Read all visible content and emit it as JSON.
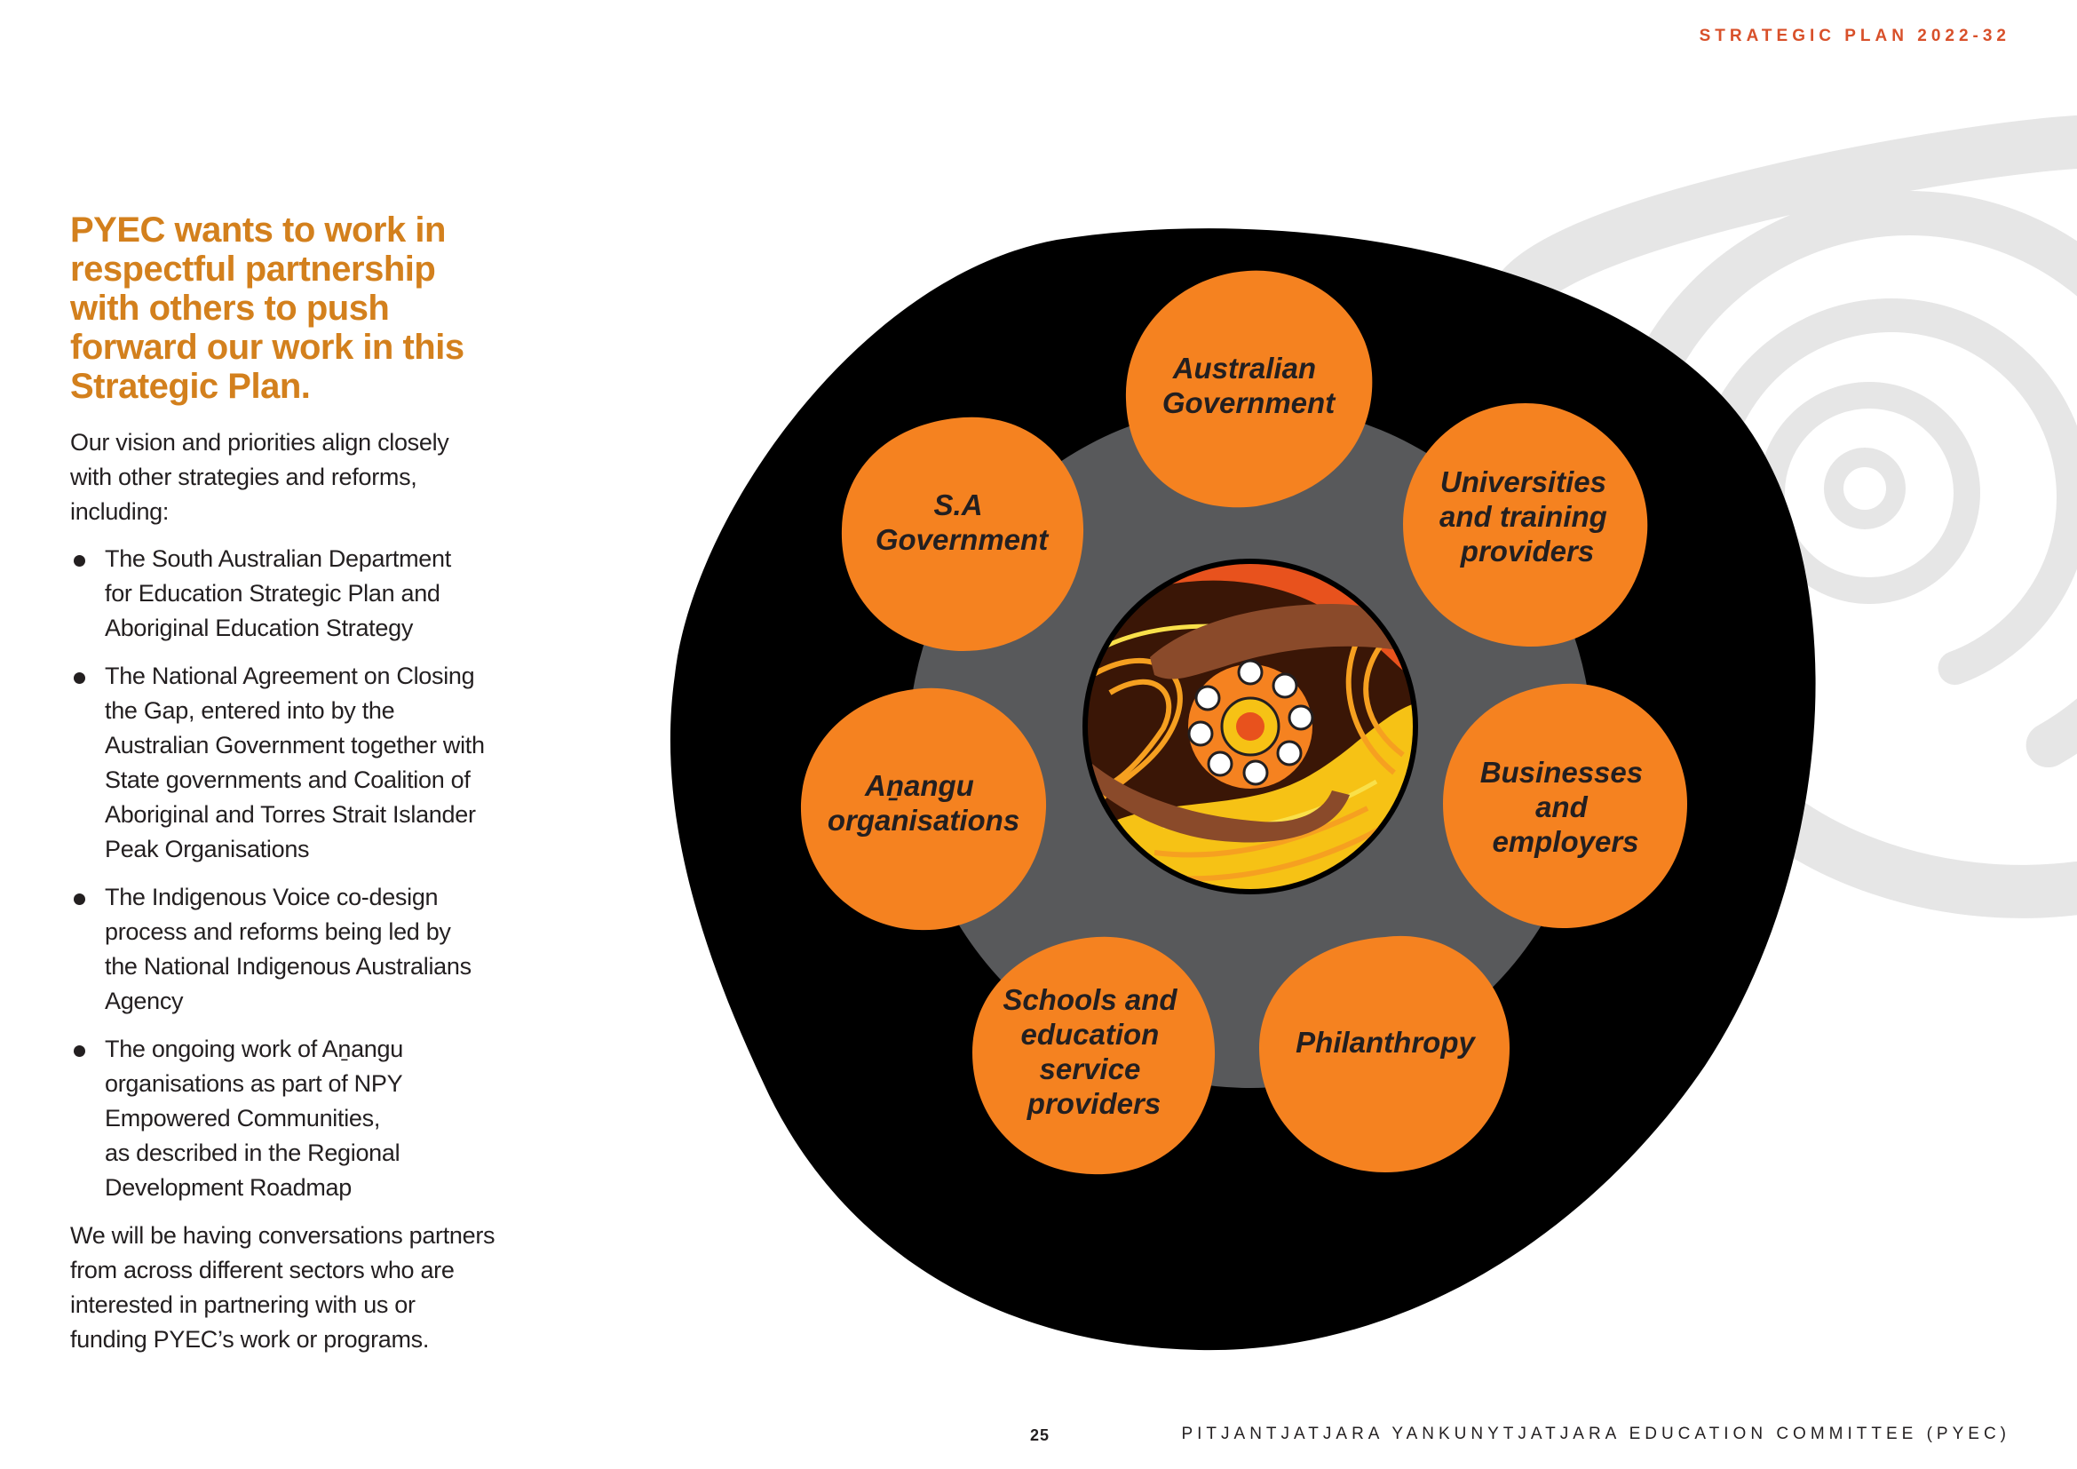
{
  "header": {
    "title": "STRATEGIC PLAN 2022-32"
  },
  "left": {
    "heading_lines": [
      "PYEC wants to work in",
      "respectful partnership",
      "with others to push",
      "forward our work in this",
      "Strategic Plan."
    ],
    "intro_lines": [
      "Our vision and priorities align closely",
      "with other strategies and reforms,",
      "including:"
    ],
    "bullets": [
      {
        "lines": [
          "The South Australian Department",
          "for Education Strategic Plan and",
          "Aboriginal Education Strategy"
        ]
      },
      {
        "lines": [
          "The National Agreement on Closing",
          "the Gap, entered into by the",
          "Australian Government together with",
          "State governments and Coalition of",
          "Aboriginal and Torres Strait Islander",
          "Peak Organisations"
        ]
      },
      {
        "lines": [
          "The Indigenous Voice co-design",
          "process and reforms being led by",
          "the National Indigenous Australians",
          "Agency"
        ]
      },
      {
        "lines": [
          "The ongoing work of Aṉangu",
          "organisations as part of NPY",
          "Empowered Communities,",
          "as described in the Regional",
          "Development Roadmap"
        ]
      }
    ],
    "closing_lines": [
      "We will be having conversations partners",
      "from across different sectors who are",
      "interested in partnering with us or",
      "funding PYEC’s work or programs."
    ]
  },
  "diagram": {
    "colors": {
      "outer": "#000000",
      "ring": "#58595b",
      "node": "#f58220",
      "accent": "#d8502a"
    },
    "nodes": [
      {
        "id": "australian-government",
        "lines": [
          "Australian",
          "Government"
        ]
      },
      {
        "id": "universities",
        "lines": [
          "Universities",
          "and training",
          "providers"
        ]
      },
      {
        "id": "businesses",
        "lines": [
          "Businesses",
          "and",
          "employers"
        ]
      },
      {
        "id": "philanthropy",
        "lines": [
          "Philanthropy"
        ]
      },
      {
        "id": "schools",
        "lines": [
          "Schools and",
          "education",
          "service",
          "providers"
        ]
      },
      {
        "id": "anangu-organisations",
        "lines": [
          "Aṉangu",
          "organisations"
        ]
      },
      {
        "id": "sa-government",
        "lines": [
          "S.A",
          "Government"
        ]
      }
    ],
    "center_artwork": "hands-artwork"
  },
  "footer": {
    "page_number": "25",
    "org": "PITJANTJATJARA YANKUNYTJATJARA EDUCATION COMMITTEE (PYEC)"
  }
}
